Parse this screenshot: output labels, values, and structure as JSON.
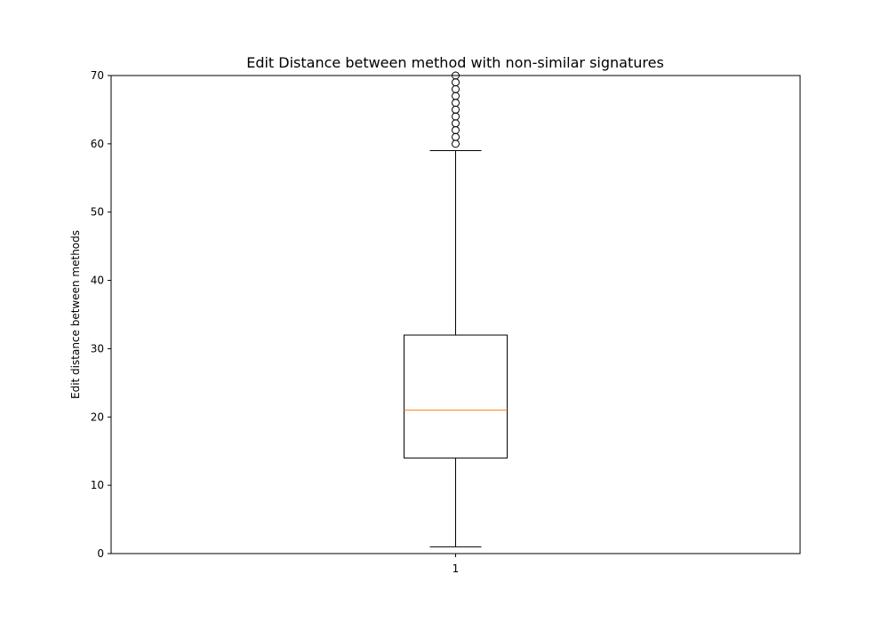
{
  "chart_data": {
    "type": "box",
    "title": "Edit Distance between method with non-similar signatures",
    "xlabel": "",
    "ylabel": "Edit distance between methods",
    "ylim": [
      0,
      70
    ],
    "y_ticks": [
      "0",
      "10",
      "20",
      "30",
      "40",
      "50",
      "60",
      "70"
    ],
    "x_ticks": [
      "1"
    ],
    "grid": false,
    "boxes": [
      {
        "position": 1,
        "label": "1",
        "whisker_low": 1,
        "q1": 14,
        "median": 21,
        "q3": 32,
        "whisker_high": 59,
        "outliers": [
          60,
          61,
          62,
          63,
          64,
          65,
          66,
          67,
          68,
          69,
          70
        ]
      }
    ],
    "colors": {
      "box": "#000000",
      "median": "#ff7f0e",
      "outlier_edge": "#000000"
    }
  }
}
